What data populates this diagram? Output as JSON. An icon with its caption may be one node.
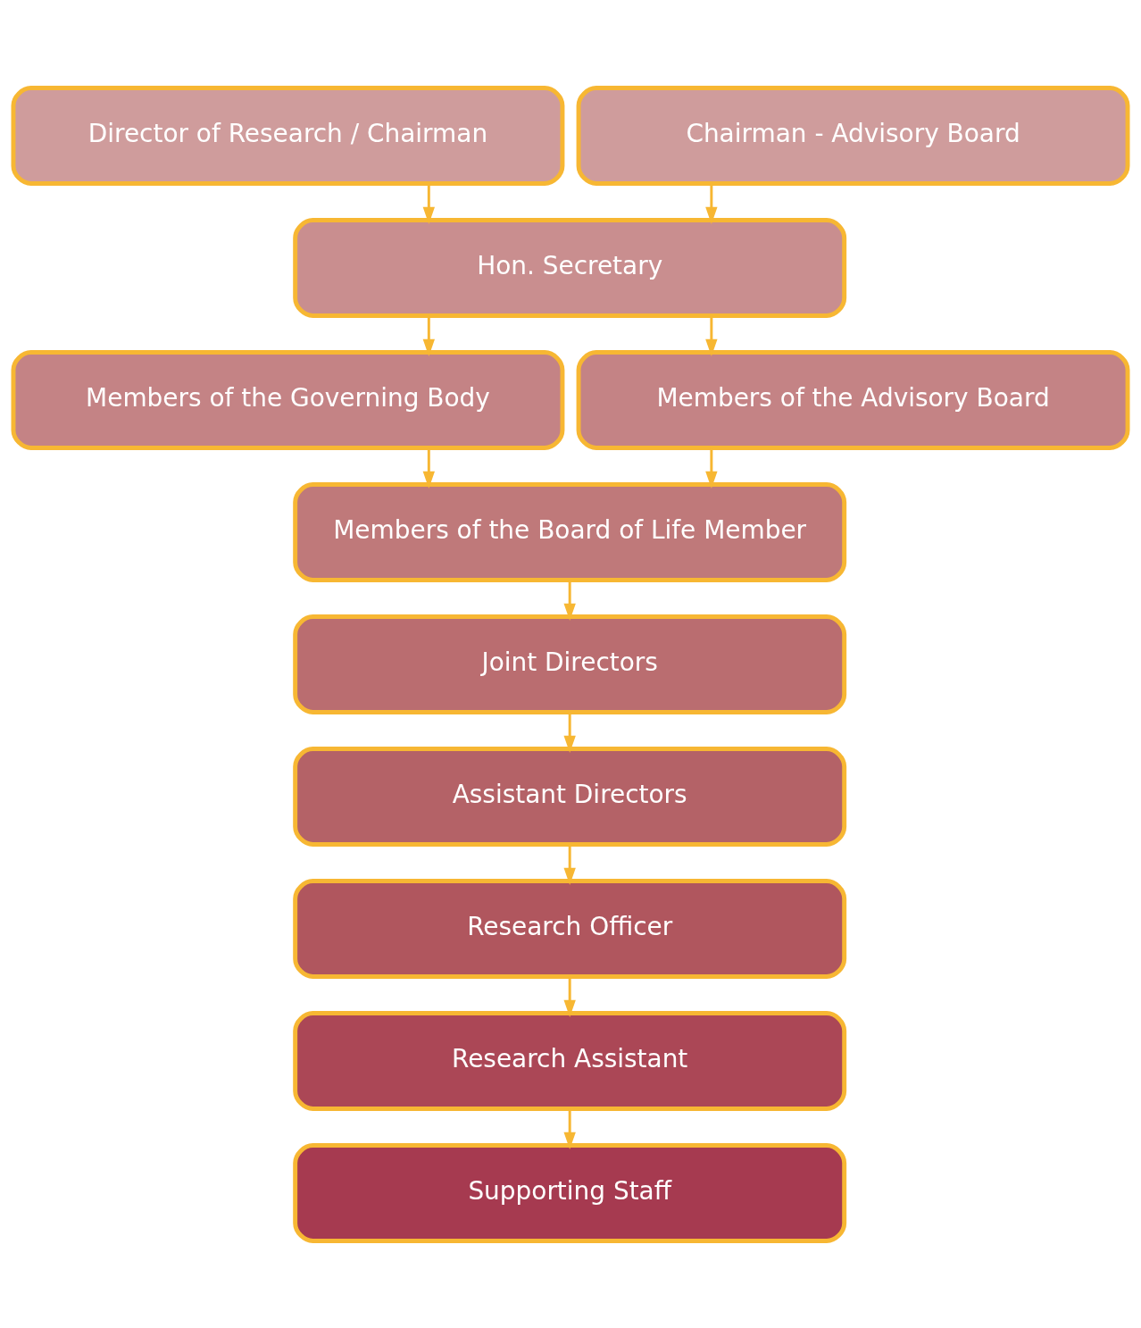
{
  "diagram": {
    "nodes": [
      {
        "text": [
          "Director of Research / Chairman"
        ]
      },
      {
        "text": [
          "Chairman - Advisory Board"
        ]
      },
      {
        "text": [
          "Hon. Secretary"
        ]
      },
      {
        "text": [
          "Members of the Governing Body"
        ]
      },
      {
        "text": [
          "Members of the Advisory Board"
        ]
      },
      {
        "text": [
          "Members of the Board of Life Member"
        ]
      },
      {
        "text": [
          "Joint Directors"
        ]
      },
      {
        "text": [
          "Assistant Directors"
        ]
      },
      {
        "text": [
          "Research Officer"
        ]
      },
      {
        "text": [
          "Research Assistant"
        ]
      },
      {
        "text": [
          "Supporting Staff"
        ]
      }
    ],
    "edges": [
      {
        "from": 0,
        "to": 2,
        "arrow": "to"
      },
      {
        "from": 1,
        "to": 2,
        "arrow": "to"
      },
      {
        "from": 2,
        "to": 3,
        "arrow": "to"
      },
      {
        "from": 2,
        "to": 4,
        "arrow": "to"
      },
      {
        "from": 3,
        "to": 5,
        "arrow": "to"
      },
      {
        "from": 4,
        "to": 5,
        "arrow": "to"
      },
      {
        "from": 5,
        "to": 6,
        "arrow": "to"
      },
      {
        "from": 6,
        "to": 7,
        "arrow": "to"
      },
      {
        "from": 7,
        "to": 8,
        "arrow": "to"
      },
      {
        "from": 8,
        "to": 9,
        "arrow": "to"
      },
      {
        "from": 9,
        "to": 10,
        "arrow": "to"
      }
    ]
  }
}
